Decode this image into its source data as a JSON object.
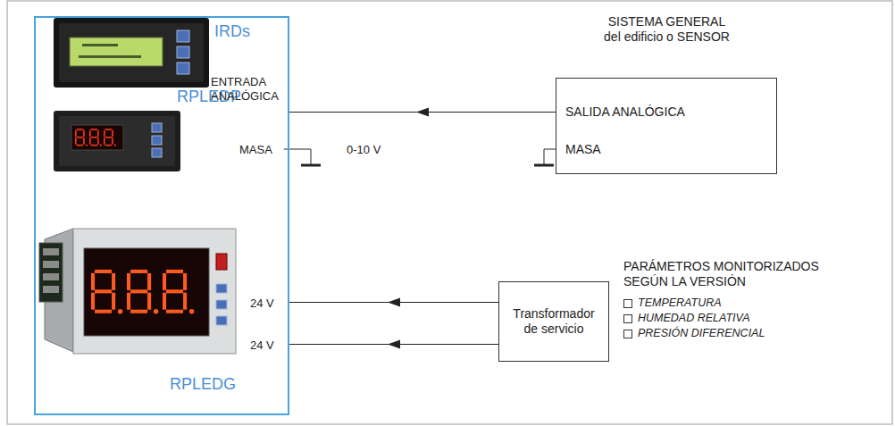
{
  "diagram": {
    "nodes": [
      {
        "text": [
          "IRDs",
          "RPLEDP",
          "RPLEDG",
          "ENTRADA ANALÓGICA",
          "MASA",
          "24 V",
          "24 V"
        ]
      },
      {
        "text": [
          "SISTEMA GENERAL del edificio o SENSOR",
          "SALIDA ANALÓGICA",
          "MASA"
        ]
      },
      {
        "text": [
          "Transformador de servicio"
        ]
      }
    ],
    "edges": [
      {
        "from": 1,
        "to": 0,
        "arrow": "to"
      },
      {
        "from": 2,
        "to": 0,
        "arrow": "to"
      },
      {
        "from": 2,
        "to": 0,
        "arrow": "to"
      }
    ],
    "labels": [
      "0-10 V",
      "PARÁMETROS MONITORIZADOS SEGÚN LA VERSIÓN",
      "TEMPERATURA",
      "HUMEDAD RELATIVA",
      "PRESIÓN DIFERENCIAL"
    ]
  }
}
